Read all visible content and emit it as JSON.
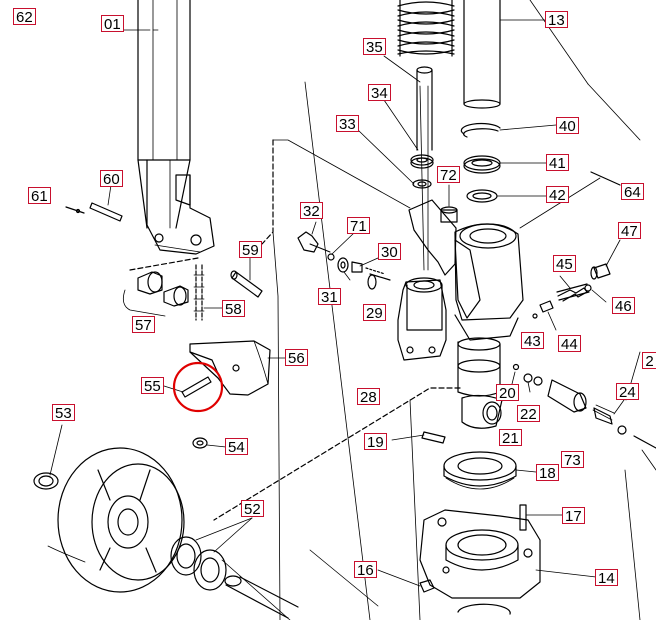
{
  "diagram": {
    "type": "exploded parts diagram",
    "callout_color": "#c8102e",
    "highlight_color": "#e00000",
    "line_color": "#000000",
    "highlighted_part": "55"
  },
  "callouts": {
    "c62": "62",
    "c01": "01",
    "c13": "13",
    "c35": "35",
    "c34": "34",
    "c40": "40",
    "c33": "33",
    "c41": "41",
    "c72": "72",
    "c42": "42",
    "c64": "64",
    "c60": "60",
    "c61": "61",
    "c32": "32",
    "c71": "71",
    "c47": "47",
    "c59": "59",
    "c30": "30",
    "c45": "45",
    "c31": "31",
    "c46": "46",
    "c58": "58",
    "c29": "29",
    "c43": "43",
    "c57": "57",
    "c44": "44",
    "c56": "56",
    "c2x": "2",
    "c55": "55",
    "c20": "20",
    "c28": "28",
    "c24": "24",
    "c22": "22",
    "c21": "21",
    "c19": "19",
    "c54": "54",
    "c53": "53",
    "c18": "18",
    "c73": "73",
    "c17": "17",
    "c52": "52",
    "c16": "16",
    "c14": "14"
  }
}
